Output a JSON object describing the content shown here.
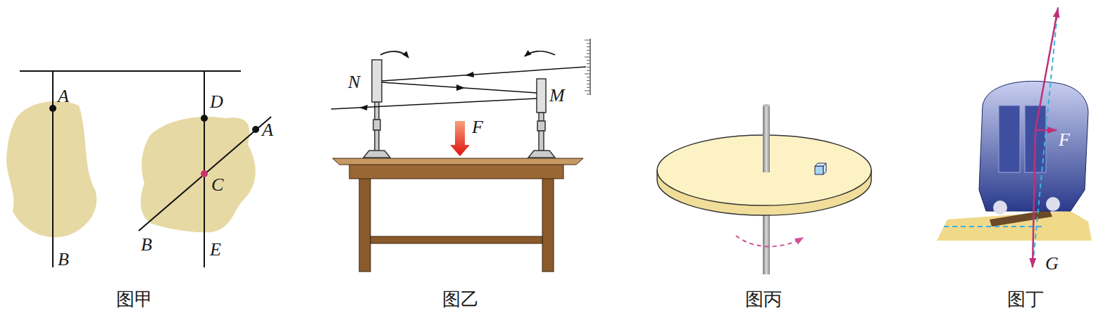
{
  "diagram": {
    "labels": [
      "A",
      "B",
      "D",
      "A",
      "C",
      "B",
      "E",
      "图甲",
      "N",
      "F",
      "M",
      "图乙",
      "图丙",
      "F",
      "G",
      "图丁"
    ]
  }
}
